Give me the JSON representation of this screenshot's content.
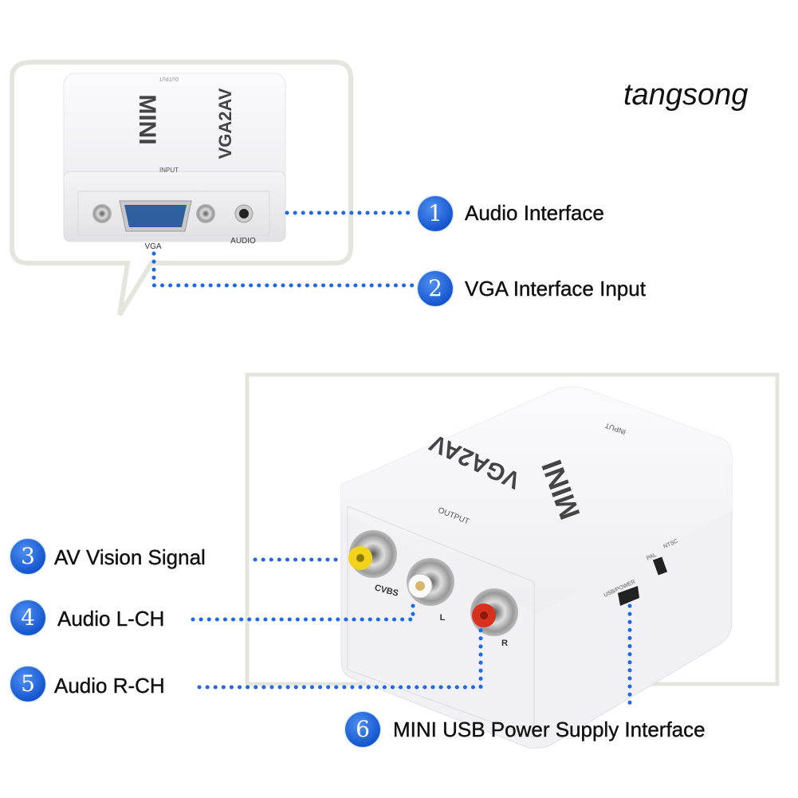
{
  "brand": "tangsong",
  "top_device": {
    "model": "VGA2AV",
    "series": "MINI",
    "top_labels": [
      "OUTPUT",
      "INPUT"
    ],
    "port_labels": [
      "VGA",
      "AUDIO"
    ]
  },
  "bottom_device": {
    "model": "VGA2AV",
    "series": "MINI",
    "top_labels": [
      "INPUT",
      "OUTPUT"
    ],
    "port_labels": [
      "CVBS",
      "L",
      "R",
      "USB/POWER",
      "PAL",
      "NTSC"
    ]
  },
  "callouts": [
    {
      "number": "1",
      "label": "Audio Interface"
    },
    {
      "number": "2",
      "label": "VGA Interface Input"
    },
    {
      "number": "3",
      "label": "AV Vision Signal"
    },
    {
      "number": "4",
      "label": "Audio L-CH"
    },
    {
      "number": "5",
      "label": "Audio R-CH"
    },
    {
      "number": "6",
      "label": "MINI USB Power Supply Interface"
    }
  ],
  "colors": {
    "badge": "#1556d0",
    "dots": "#1e6ae6",
    "frame": "#e4e6de"
  }
}
